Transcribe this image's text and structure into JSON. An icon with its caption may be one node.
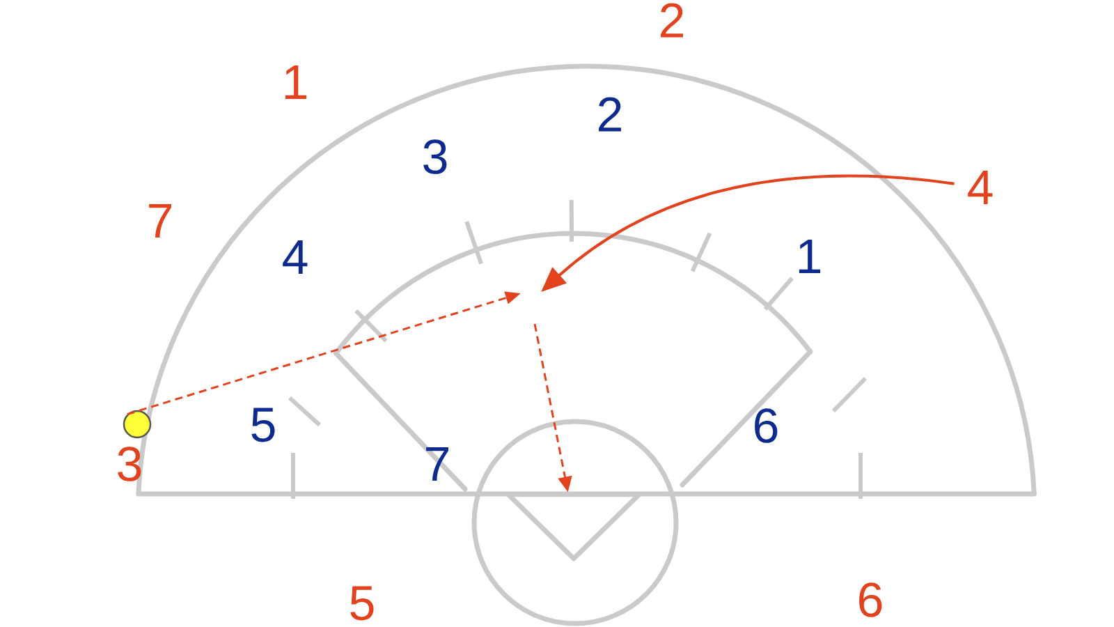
{
  "diagram": {
    "nodes": [
      {
        "text": [
          "4"
        ]
      },
      {
        "text": [],
        "shape": "circle"
      },
      {
        "text": [],
        "shape": "triangle"
      }
    ],
    "edges": [
      {
        "from": 1,
        "to": null,
        "arrow": "to",
        "style": "dashed"
      },
      {
        "from": 0,
        "to": null,
        "arrow": "to"
      },
      {
        "from": null,
        "to": 2,
        "arrow": "to",
        "style": "dashed"
      }
    ],
    "labels": [
      "2",
      "1",
      "2",
      "3",
      "7",
      "4",
      "1",
      "5",
      "6",
      "3",
      "7",
      "5",
      "6"
    ]
  }
}
